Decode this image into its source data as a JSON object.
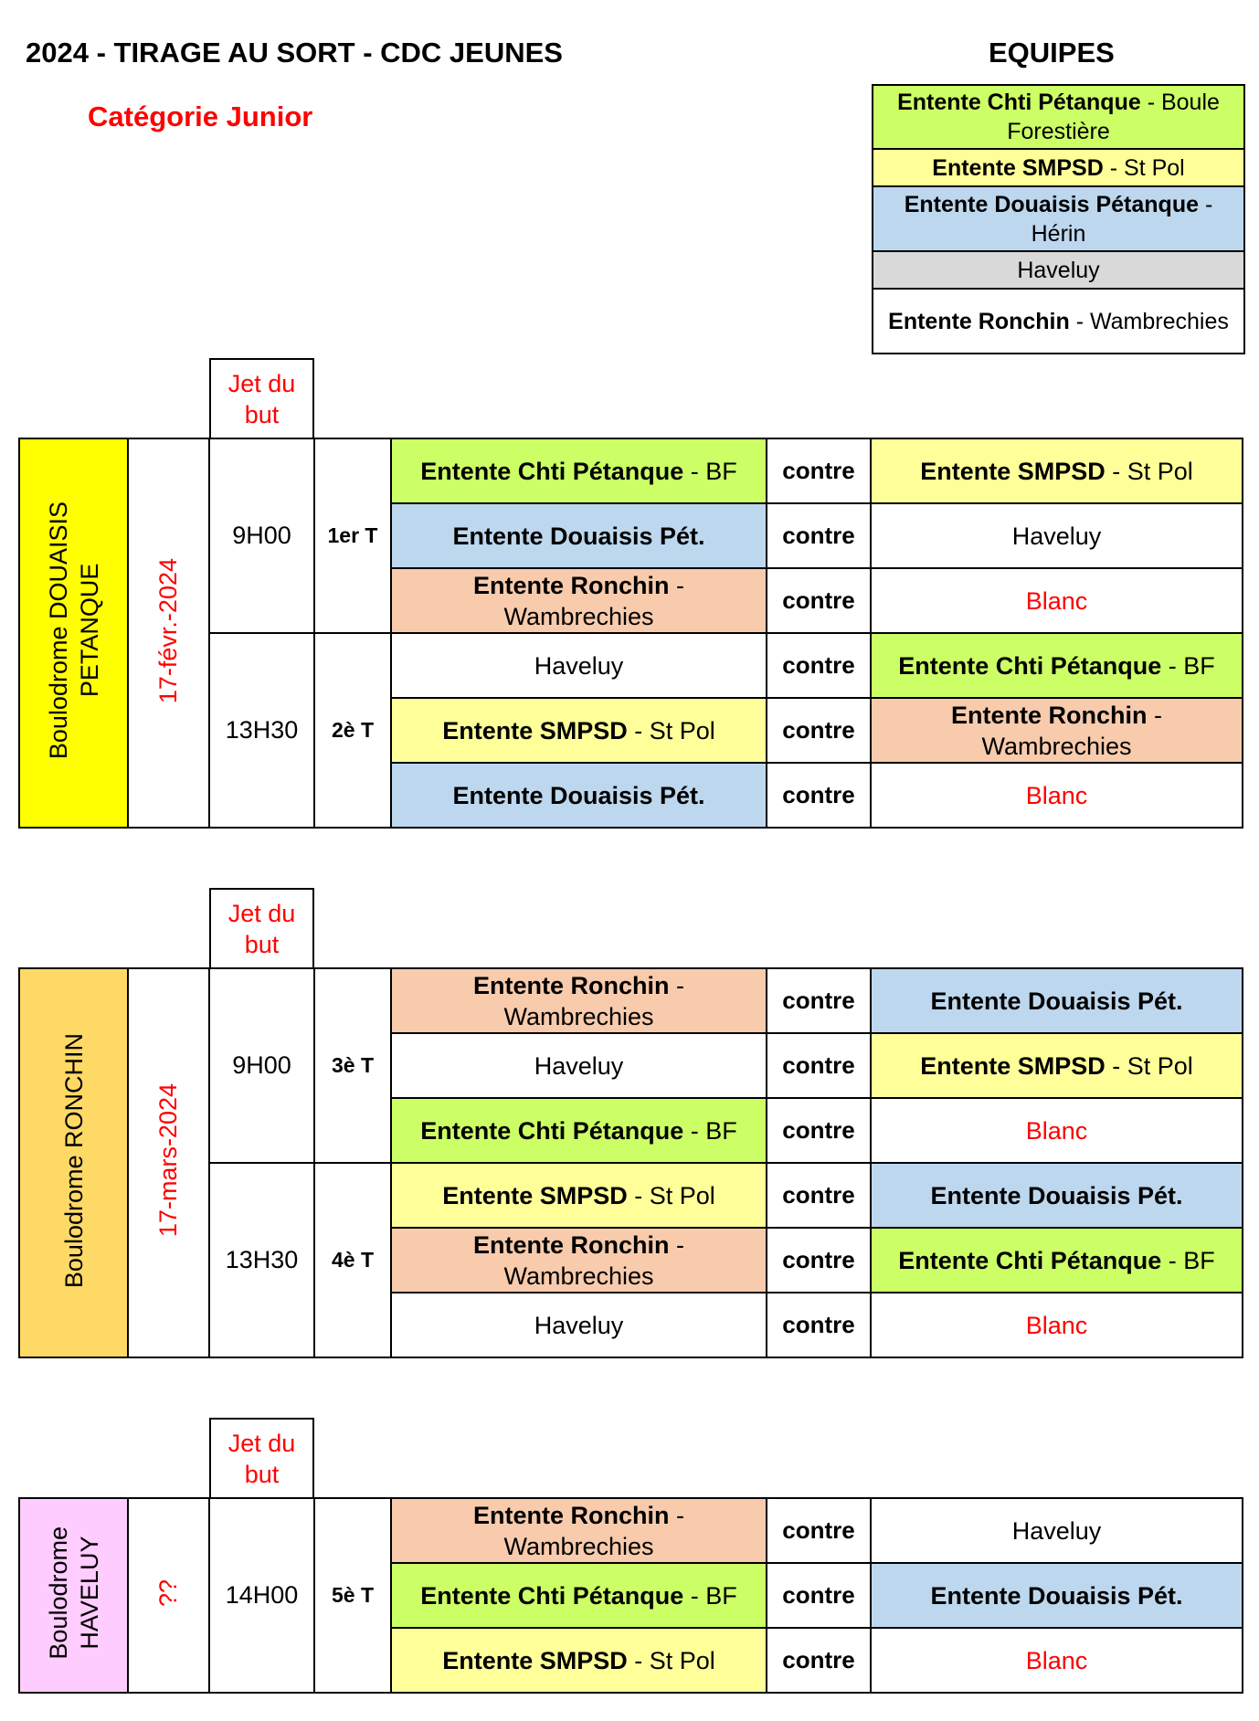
{
  "header": {
    "title": "2024 - TIRAGE AU SORT - CDC JEUNES",
    "category": "Catégorie Junior",
    "equipes_title": "EQUIPES"
  },
  "legend": [
    {
      "bold": "Entente Chti Pétanque",
      "rest": " - Boule Forestière",
      "color": "#ccff66"
    },
    {
      "bold": "Entente SMPSD",
      "rest": " - St Pol",
      "color": "#ffff99"
    },
    {
      "bold": "Entente Douaisis Pétanque",
      "rest": " - Hérin",
      "color": "#bdd7ee"
    },
    {
      "bold": "",
      "rest": "Haveluy",
      "color": "#d9d9d9"
    },
    {
      "bold": "Entente Ronchin",
      "rest": " - Wambrechies",
      "color": "#ffffff"
    }
  ],
  "jet_label": "Jet du but",
  "contre": "contre",
  "blocks": [
    {
      "venue": [
        "Boulodrome DOUAISIS",
        "PETANQUE"
      ],
      "venue_color": "#ffff00",
      "date": "17-févr.-2024",
      "sessions": [
        {
          "time": "9H00",
          "round": "1er T",
          "matches": [
            {
              "a": {
                "bold": "Entente Chti Pétanque",
                "rest": " - BF",
                "color": "#ccff66"
              },
              "b": {
                "bold": "Entente SMPSD",
                "rest": " - St Pol",
                "color": "#ffff99"
              }
            },
            {
              "a": {
                "bold": "Entente Douaisis Pét.",
                "rest": "",
                "color": "#bdd7ee"
              },
              "b": {
                "bold": "",
                "rest": "Haveluy",
                "color": "#ffffff"
              }
            },
            {
              "a": {
                "bold": "Entente Ronchin",
                "rest": " - Wambrechies",
                "color": "#f8cbad"
              },
              "b": {
                "bold": "",
                "rest": "Blanc",
                "color": "#ffffff",
                "blanc": true
              }
            }
          ]
        },
        {
          "time": "13H30",
          "round": "2è T",
          "matches": [
            {
              "a": {
                "bold": "",
                "rest": "Haveluy",
                "color": "#ffffff"
              },
              "b": {
                "bold": "Entente Chti Pétanque",
                "rest": " - BF",
                "color": "#ccff66"
              }
            },
            {
              "a": {
                "bold": "Entente SMPSD",
                "rest": " - St Pol",
                "color": "#ffff99"
              },
              "b": {
                "bold": "Entente Ronchin",
                "rest": " - Wambrechies",
                "color": "#f8cbad"
              }
            },
            {
              "a": {
                "bold": "Entente Douaisis Pét.",
                "rest": "",
                "color": "#bdd7ee"
              },
              "b": {
                "bold": "",
                "rest": "Blanc",
                "color": "#ffffff",
                "blanc": true
              }
            }
          ]
        }
      ]
    },
    {
      "venue": [
        "Boulodrome RONCHIN"
      ],
      "venue_color": "#ffd966",
      "date": "17-mars-2024",
      "sessions": [
        {
          "time": "9H00",
          "round": "3è T",
          "matches": [
            {
              "a": {
                "bold": "Entente Ronchin",
                "rest": " - Wambrechies",
                "color": "#f8cbad"
              },
              "b": {
                "bold": "Entente Douaisis Pét.",
                "rest": "",
                "color": "#bdd7ee"
              }
            },
            {
              "a": {
                "bold": "",
                "rest": "Haveluy",
                "color": "#ffffff"
              },
              "b": {
                "bold": "Entente SMPSD",
                "rest": " - St Pol",
                "color": "#ffff99"
              }
            },
            {
              "a": {
                "bold": "Entente Chti Pétanque",
                "rest": " - BF",
                "color": "#ccff66"
              },
              "b": {
                "bold": "",
                "rest": "Blanc",
                "color": "#ffffff",
                "blanc": true
              }
            }
          ]
        },
        {
          "time": "13H30",
          "round": "4è T",
          "matches": [
            {
              "a": {
                "bold": "Entente SMPSD",
                "rest": " - St Pol",
                "color": "#ffff99"
              },
              "b": {
                "bold": "Entente Douaisis Pét.",
                "rest": "",
                "color": "#bdd7ee"
              }
            },
            {
              "a": {
                "bold": "Entente Ronchin",
                "rest": " - Wambrechies",
                "color": "#f8cbad"
              },
              "b": {
                "bold": "Entente Chti Pétanque",
                "rest": " - BF",
                "color": "#ccff66"
              }
            },
            {
              "a": {
                "bold": "",
                "rest": "Haveluy",
                "color": "#ffffff"
              },
              "b": {
                "bold": "",
                "rest": "Blanc",
                "color": "#ffffff",
                "blanc": true
              }
            }
          ]
        }
      ]
    },
    {
      "venue": [
        "Boulodrome",
        "HAVELUY"
      ],
      "venue_color": "#ffccff",
      "date": "??",
      "sessions": [
        {
          "time": "14H00",
          "round": "5è T",
          "matches": [
            {
              "a": {
                "bold": "Entente Ronchin",
                "rest": " - Wambrechies",
                "color": "#f8cbad"
              },
              "b": {
                "bold": "",
                "rest": "Haveluy",
                "color": "#ffffff"
              }
            },
            {
              "a": {
                "bold": "Entente Chti Pétanque",
                "rest": " - BF",
                "color": "#ccff66"
              },
              "b": {
                "bold": "Entente Douaisis Pét.",
                "rest": "",
                "color": "#bdd7ee"
              }
            },
            {
              "a": {
                "bold": "Entente SMPSD",
                "rest": " - St Pol",
                "color": "#ffff99"
              },
              "b": {
                "bold": "",
                "rest": "Blanc",
                "color": "#ffffff",
                "blanc": true
              }
            }
          ]
        }
      ]
    }
  ]
}
